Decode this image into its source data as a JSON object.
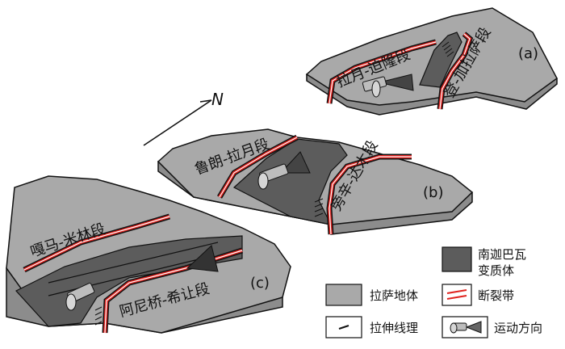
{
  "north": {
    "label": "N"
  },
  "blocks": [
    {
      "id": "a",
      "tag": "(a)",
      "labels": [
        "拉月-迫隆段",
        "登-加拉萨段"
      ]
    },
    {
      "id": "b",
      "tag": "(b)",
      "labels": [
        "鲁朗-拉月段",
        "旁辛-达木段"
      ]
    },
    {
      "id": "c",
      "tag": "(c)",
      "labels": [
        "嘎马-米林段",
        "阿尼桥-希让段"
      ]
    }
  ],
  "legend": {
    "items": [
      {
        "key": "namche_barwa",
        "label_line1": "南迦巴瓦",
        "label_line2": "变质体"
      },
      {
        "key": "lhasa_terrane",
        "label": "拉萨地体"
      },
      {
        "key": "fault_zone",
        "label": "断裂带"
      },
      {
        "key": "stretching_lineation",
        "label": "拉伸线理"
      },
      {
        "key": "movement_direction",
        "label": "运动方向"
      }
    ]
  },
  "colors": {
    "lhasa": "#a9a9a9",
    "namche": "#5c5c5c",
    "fault": "#e0231f"
  }
}
